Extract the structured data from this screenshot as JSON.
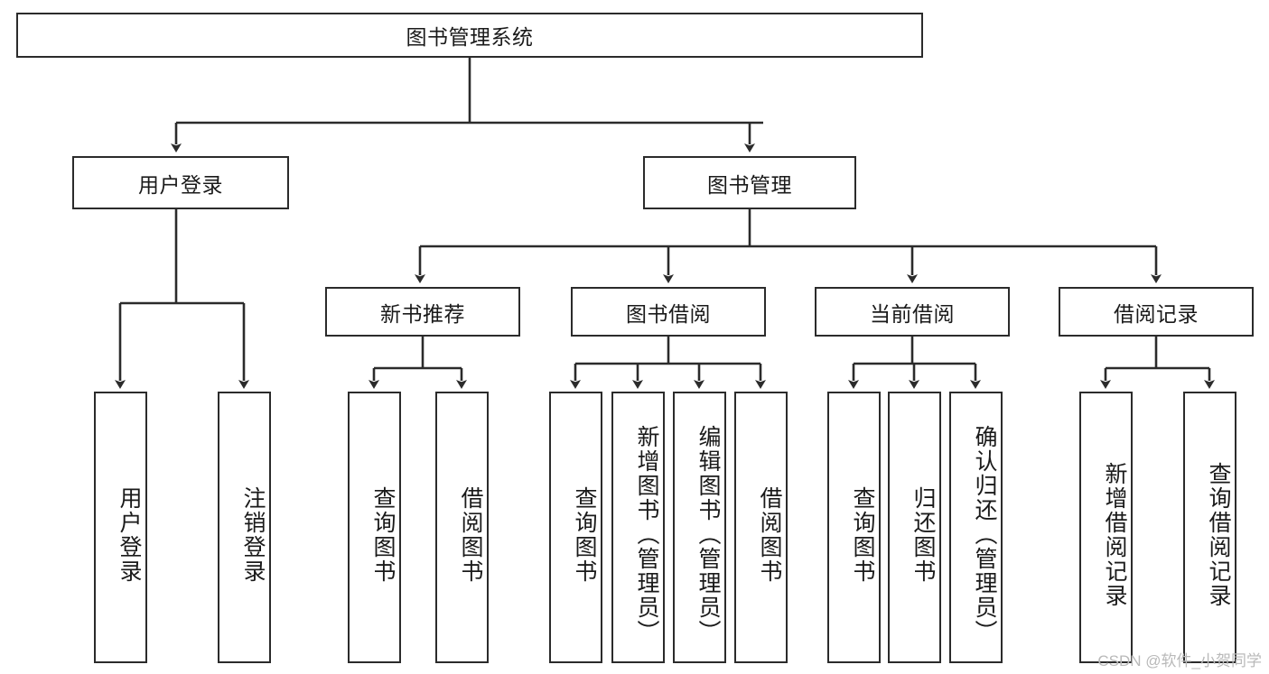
{
  "diagram": {
    "type": "tree-hierarchy",
    "title": "图书管理系统",
    "orientation": "top-down",
    "colors": {
      "stroke": "#2b2b2b",
      "fill": "#ffffff",
      "text": "#1a1a1a",
      "watermark": "#b9b9b9"
    },
    "levels": {
      "root": {
        "label": "图书管理系统"
      },
      "level2": [
        {
          "label": "用户登录"
        },
        {
          "label": "图书管理"
        }
      ],
      "level3": [
        {
          "label": "新书推荐"
        },
        {
          "label": "图书借阅"
        },
        {
          "label": "当前借阅"
        },
        {
          "label": "借阅记录"
        }
      ],
      "leaves": {
        "user_login": [
          {
            "label": "用户登录"
          },
          {
            "label": "注销登录"
          }
        ],
        "new_book_recommend": [
          {
            "label": "查询图书"
          },
          {
            "label": "借阅图书"
          }
        ],
        "book_borrow": [
          {
            "label": "查询图书"
          },
          {
            "label": "新增图书（管理员）"
          },
          {
            "label": "编辑图书（管理员）"
          },
          {
            "label": "借阅图书"
          }
        ],
        "current_borrow": [
          {
            "label": "查询图书"
          },
          {
            "label": "归还图书"
          },
          {
            "label": "确认归还（管理员）"
          }
        ],
        "borrow_record": [
          {
            "label": "新增借阅记录"
          },
          {
            "label": "查询借阅记录"
          }
        ]
      }
    }
  },
  "watermark": {
    "text": "CSDN @软件_小贺同学"
  }
}
